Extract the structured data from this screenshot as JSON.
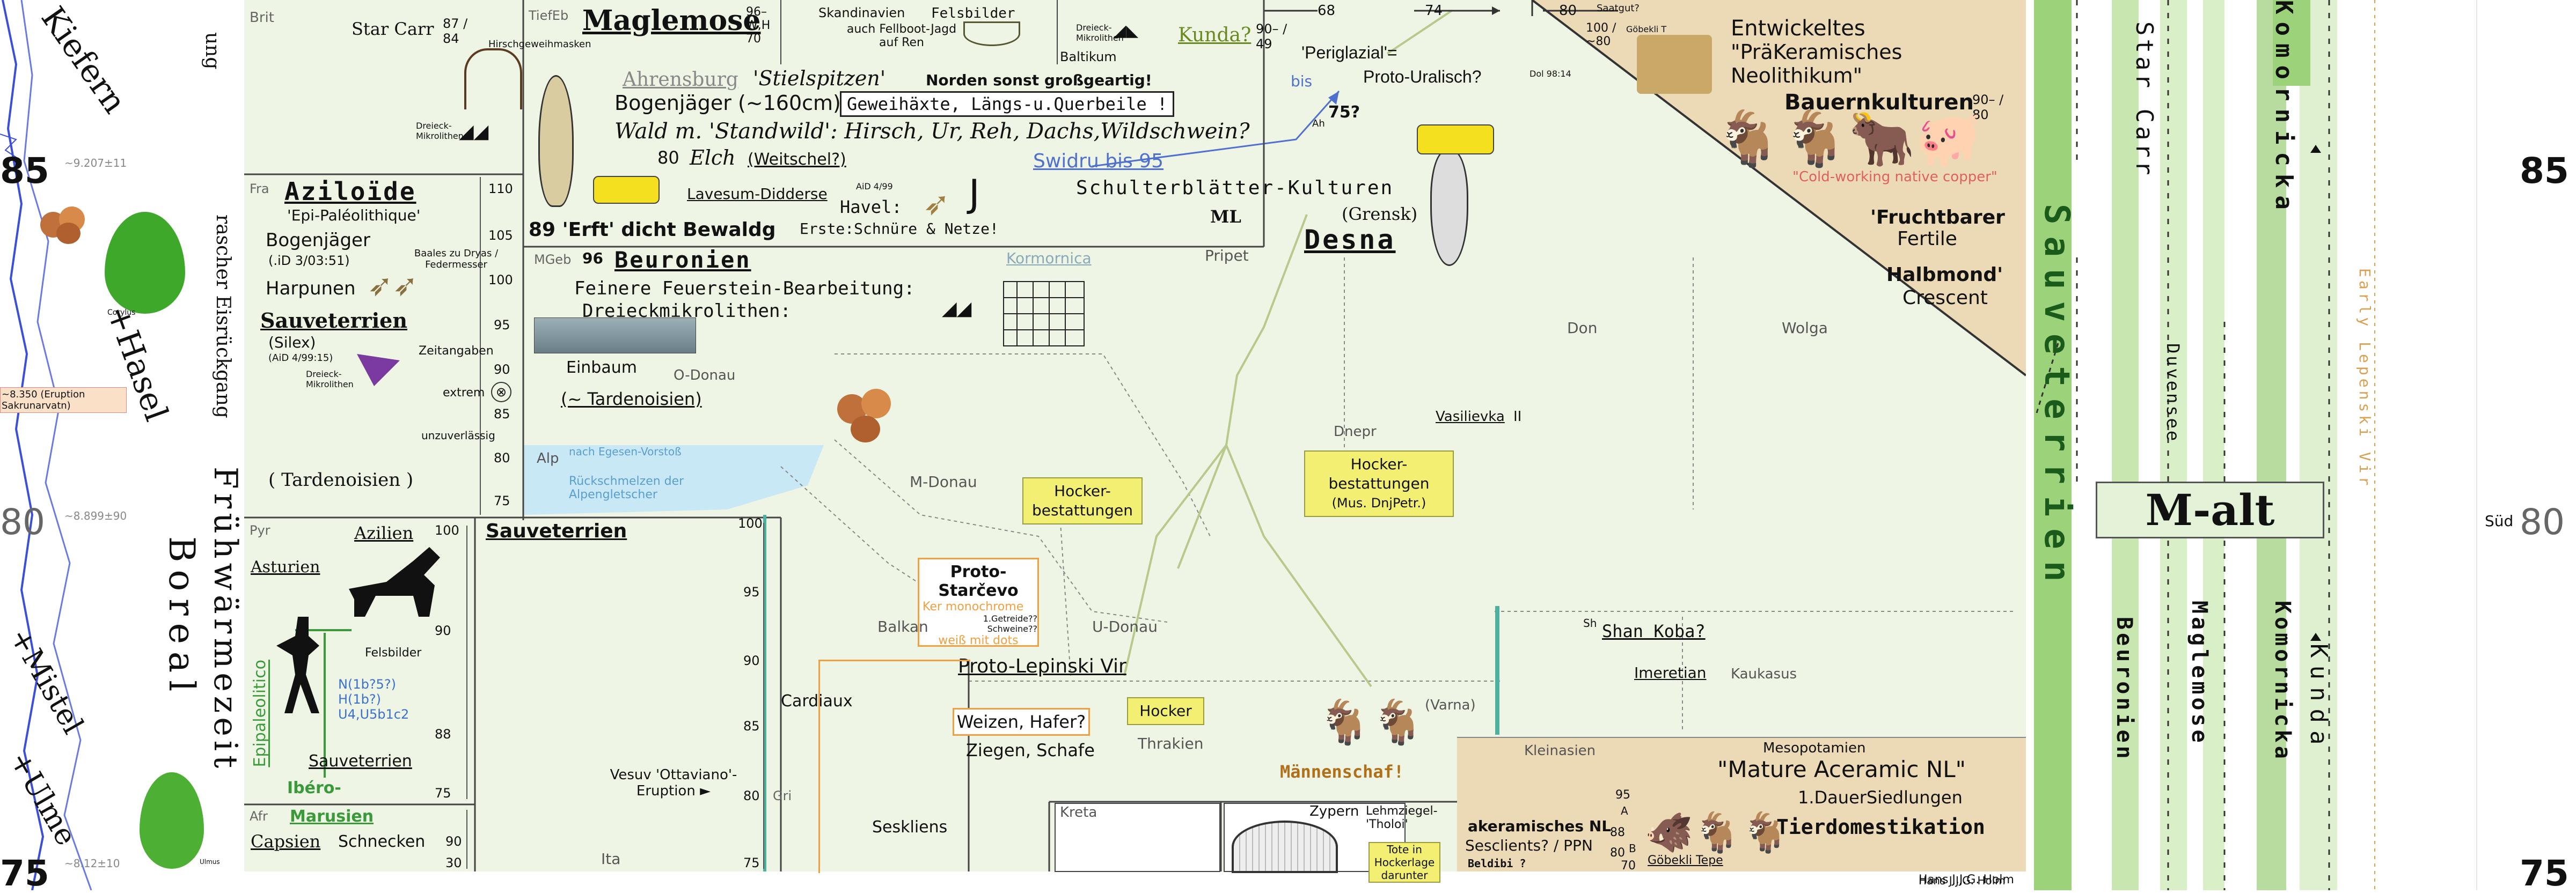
{
  "left_panel": {
    "kiefern": "Kiefern",
    "hasel": "+Hasel",
    "mistel": "+Mistel",
    "ulme": "+Ulme",
    "eruption": "~8.350 (Eruption Sakrunarvatn)",
    "corylus": "Corylus",
    "ulmus": "Ulmus",
    "age_85": "85",
    "age_80": "80",
    "age_75": "75",
    "small_ages": [
      "~9.207±11",
      "~8.899±90",
      "~8.12±10"
    ],
    "ung": "ung",
    "anstieg": "rascher Eisrückgang",
    "fruehwaermezeit": "Frühwärmezeit",
    "boreal": "Boreal"
  },
  "top_left": {
    "brit": "Brit",
    "star_carr": "Star Carr",
    "star_carr_dates": "87 / 84",
    "hirsch": "Hirschgeweihmasken",
    "dreieck": "Dreieck-Mikrolithen",
    "tiefeb": "TiefEb",
    "maglemose": "Maglemose",
    "maglemose_dates": "96–  W,H  70",
    "ahrensburg": "Ahrensburg",
    "stielspitzen": "'Stielspitzen'",
    "norden": "Norden sonst großgeartig!",
    "bogenjaeger": "Bogenjäger (~160cm),",
    "geweih": "Geweihäxte, Längs-u.Querbeile !",
    "wald": "Wald m. 'Standwild': Hirsch, Ur, Reh, Dachs,Wildschwein?",
    "elch_date": "80",
    "elch": "Elch",
    "weitschel": "(Weitschel?)",
    "lavesum": "Lavesum-Didderse",
    "aid": "AiD 4/99",
    "havel": "Havel:",
    "erfte": "Erste:Schnüre & Netze!",
    "erft": "89  'Erft' dicht Bewaldg",
    "skandinavien": "Skandinavien",
    "felsbilder": "Felsbilder",
    "fellboot": "auch Fellboot-Jagd auf Ren",
    "baltikum": "Baltikum",
    "kunda": "Kunda?",
    "kunda_dates": "90– / 49",
    "swidru": "Swidru bis 95",
    "ah": "Ah",
    "ml": "ML",
    "schulterblatt": "Schulterblätter-Kulturen",
    "grensk": "(Grensk)",
    "desna": "Desna",
    "periglazial": "'Periglazial'=",
    "protouralisch": "Proto-Uralisch?",
    "dol": "Dol 98:14",
    "bis": "bis",
    "bis75": "75?",
    "nums": [
      "68",
      "74",
      "80"
    ],
    "pripet": "Pripet",
    "kormornica": "Kormornica"
  },
  "azilien_block": {
    "fra": "Fra",
    "azilo": "Aziloïde",
    "epi": "'Epi-Paléolithique'",
    "bogen": "Bogenjäger",
    "date_ref": "(.iD 3/03:51)",
    "baales": "Baales zu Dryas / Federmesser",
    "harpunen": "Harpunen",
    "sauveterrien": "Sauveterrien",
    "silex": "(Silex)",
    "aid": "(AiD 4/99:15)",
    "zeitangaben": "Zeitangaben",
    "extrem": "extrem",
    "unzuverl": "unzuverlässig",
    "tardenoisien": "( Tardenoisien )",
    "ticks": [
      "110",
      "105",
      "100",
      "95",
      "90",
      "85",
      "80",
      "75"
    ]
  },
  "beuronien_block": {
    "mgeb": "MGeb",
    "date": "96",
    "beuronien": "Beuronien",
    "feinere": "Feinere Feuerstein-Bearbeitung:",
    "dreieck": "Dreieckmikrolithen:",
    "einbaum": "Einbaum",
    "odonau": "O-Donau",
    "tardenoisien": "(~ Tardenoisien)",
    "alp": "Alp",
    "egesen": "nach Egesen-Vorstoß",
    "rueck": "Rückschmelzen der Alpengletscher",
    "mdonau": "M-Donau"
  },
  "middle": {
    "hocker1": "Hocker-bestattungen",
    "hocker2": "Hocker-bestattungen",
    "hocker2b": "(Mus. DnjPetr.)",
    "dnepr": "Dnepr",
    "don": "Don",
    "wolga": "Wolga",
    "vasilievka": "Vasilievka",
    "vasilievka2": "II",
    "proto_starcevo": "Proto-Starčevo",
    "keramik": "Ker monochrome",
    "weiss": "weiß mit dots",
    "getreide": "1.Getreide?? Schweine??",
    "balkan": "Balkan",
    "udonau": "U-Donau",
    "proto_lepinski": "Proto-Lepinski Vir",
    "weizen": "Weizen, Hafer?",
    "ziegen": "Ziegen, Schafe",
    "hocker3": "Hocker",
    "thrakien": "Thrakien",
    "maennenschaf": "Männenschaf!",
    "varna": "(Varna)",
    "shan": "Shan Koba?",
    "sh": "Sh",
    "imeretian": "Imeretian",
    "kaukasus": "Kaukasus",
    "kleinasien": "Kleinasien"
  },
  "bottom_left": {
    "pyr": "Pyr",
    "azilien": "Azilien",
    "asturien": "Asturien",
    "felsbilder": "Felsbilder",
    "dna": [
      "N(1b?5?)",
      "H(1b?)",
      "U4,U5b1c2"
    ],
    "sauveterrien": "Sauveterrien",
    "epipaleolitico": "Epipaleolitico",
    "ibero": "Ibéro-",
    "afr": "Afr",
    "marusien": "Marusien",
    "capsien": "Capsien",
    "schnecken": "Schnecken",
    "ticks_a": [
      "100",
      "90",
      "88",
      "75"
    ],
    "ticks_b": [
      "90",
      "30"
    ]
  },
  "sauveterrien_block": {
    "title": "Sauveterrien",
    "ticks": [
      "100",
      "95",
      "90",
      "85",
      "80",
      "75"
    ],
    "cardiaux": "Cardiaux",
    "vesuv": "Vesuv 'Ottaviano'-Eruption ►",
    "seskliens": "Seskliens",
    "ita": "Ita",
    "gri": "Gri"
  },
  "bottom_right": {
    "kreta": "Kreta",
    "zypern": "Zypern",
    "tholoi": "Lehmziegel-'Tholoi'",
    "tote": "Tote in Hockerlage darunter",
    "mesopotamien": "Mesopotamien",
    "mature": "\"Mature Aceramic NL\"",
    "dauer": "1.DauerSiedlungen",
    "tierdomestikation": "Tierdomestikation",
    "akeramisch": "akeramisches NL",
    "sesclients": "Sesclients? / PPN",
    "beldibi": "Beldibi ?",
    "gobekli": "Göbekli Tepe",
    "dates": [
      "95",
      "A",
      "88",
      "B",
      "80",
      "70"
    ]
  },
  "top_right": {
    "entwickeltes": "Entwickeltes",
    "praekeramisch": "\"PräKeramisches Neolithikum\"",
    "bauernkulturen": "Bauernkulturen",
    "bauern_dates": "90– / 80",
    "cold": "\"Cold-working native copper\"",
    "fruchtbarer": "'Fruchtbarer",
    "fertile": "Fertile",
    "halbmond": "Halbmond'",
    "crescent": "Crescent",
    "saatgut": "Saatgut?",
    "dates": "100 / ~80",
    "goebekli": "Göbekli T"
  },
  "right_strip": {
    "sauveterrien": "Sauveterrien",
    "beuronien": "Beuronien",
    "maglemose": "Maglemose",
    "komornicka": "Komornicka",
    "komornicka2": "Komornicka",
    "kunda": "Kunda",
    "star_carr": "Star Carr",
    "duvensee": "Duvensee",
    "lepenski": "Early Lepenski Vir",
    "malt": "M-alt",
    "sued": "Süd",
    "age_85": "85",
    "age_80": "80",
    "age_75": "75"
  },
  "credit": "Hans J.J.G. Holm",
  "colors": {
    "main_bg": "#eef5e4",
    "neolithic": "#ecd9b5",
    "lake": "#c9e8f5",
    "hocker": "#f2ef72",
    "green_band": "#9bd27a",
    "green_light": "#c8e6b0"
  }
}
